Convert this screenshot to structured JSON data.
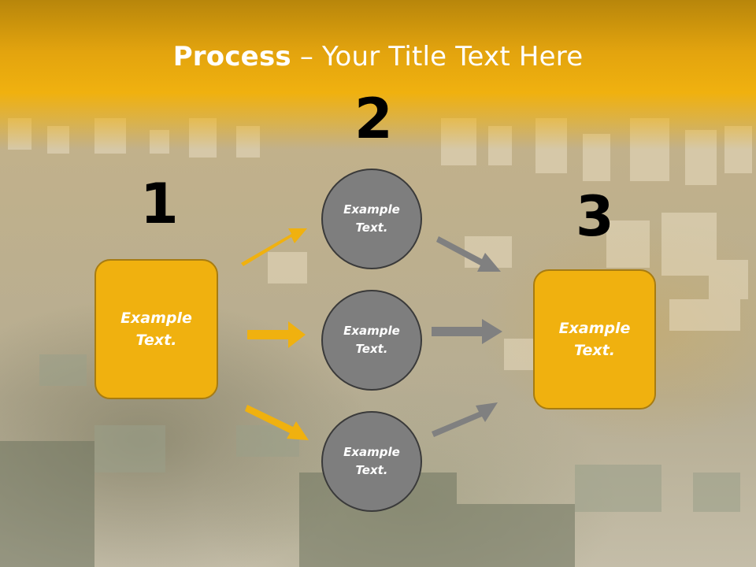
{
  "title": {
    "bold": "Process",
    "rest": " – Your Title Text Here"
  },
  "steps": {
    "one": "1",
    "two": "2",
    "three": "3"
  },
  "left_box": {
    "line1": "Example",
    "line2": "Text."
  },
  "right_box": {
    "line1": "Example",
    "line2": "Text."
  },
  "circles": [
    {
      "line1": "Example",
      "line2": "Text."
    },
    {
      "line1": "Example",
      "line2": "Text."
    },
    {
      "line1": "Example",
      "line2": "Text."
    }
  ],
  "colors": {
    "accent": "#f0b10f",
    "circle": "#7e7e7e",
    "arrow_gray": "#808080"
  }
}
